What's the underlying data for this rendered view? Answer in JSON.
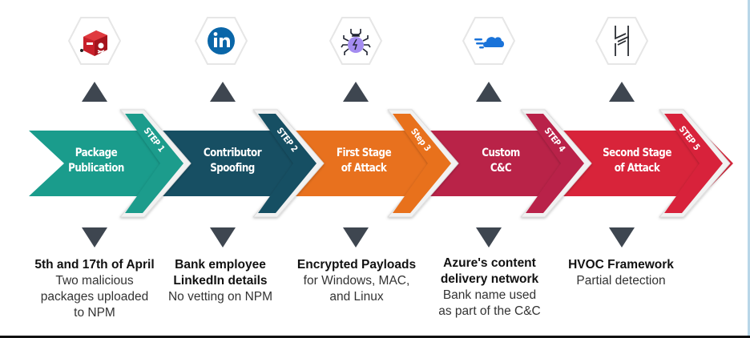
{
  "steps": [
    {
      "step_label": "STEP 1",
      "stage_title_line1": "Package",
      "stage_title_line2": "Publication",
      "color": "#1a9c8c",
      "icon": "npm-malware-box-icon",
      "desc_title": "5th and 17th of April",
      "desc_lines": [
        "Two malicious",
        "packages uploaded",
        "to NPM"
      ]
    },
    {
      "step_label": "STEP 2",
      "stage_title_line1": "Contributor",
      "stage_title_line2": "Spoofing",
      "color": "#174f63",
      "icon": "linkedin-icon",
      "desc_title": "Bank employee",
      "desc_title2": "LinkedIn details",
      "desc_lines": [
        "No vetting on NPM"
      ]
    },
    {
      "step_label": "Step 3",
      "stage_title_line1": "First Stage",
      "stage_title_line2": "of Attack",
      "color": "#e8711e",
      "icon": "bug-icon",
      "desc_title": "Encrypted Payloads",
      "desc_lines": [
        "for Windows, MAC,",
        "and Linux"
      ]
    },
    {
      "step_label": "STEP 4",
      "stage_title_line1": "Custom",
      "stage_title_line2": "C&C",
      "color": "#b92348",
      "icon": "fast-cloud-icon",
      "desc_title": "Azure's content",
      "desc_title2": "delivery network",
      "desc_lines": [
        "Bank name used",
        "as part of the C&C"
      ]
    },
    {
      "step_label": "STEP 5",
      "stage_title_line1": "Second Stage",
      "stage_title_line2": "of Attack",
      "color": "#d8243a",
      "icon": "hvoc-framework-icon",
      "desc_title": "HVOC Framework",
      "desc_lines": [
        "Partial detection"
      ]
    }
  ],
  "colors": {
    "triangle": "#3e4650",
    "badge_border": "#f2f2f2"
  }
}
